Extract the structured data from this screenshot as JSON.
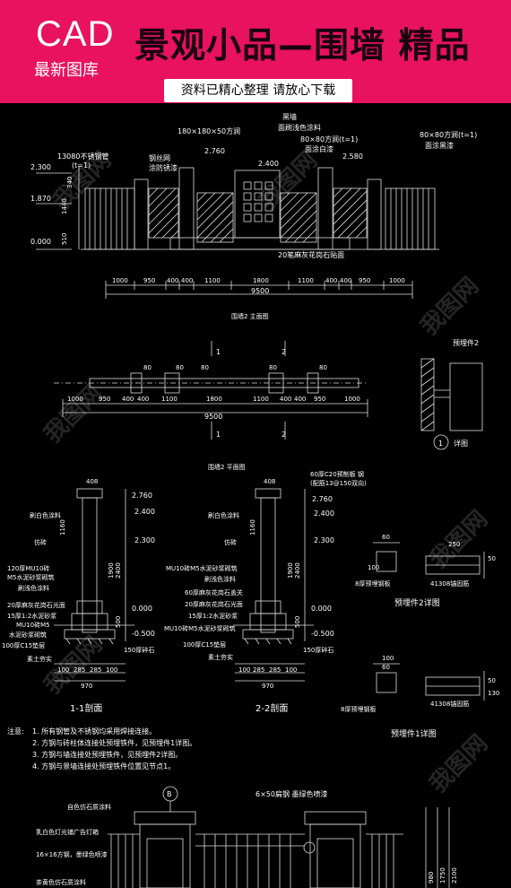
{
  "banner": {
    "cad": "CAD",
    "subtitle": "最新图库",
    "title": "景观小品—围墙 精品",
    "pill": "资料已精心整理  请放心下载",
    "colors": {
      "background": "#e8125f",
      "title": "#1a0010"
    }
  },
  "elevation": {
    "labels": {
      "a": "13080不锈钢管",
      "a2": "(t=1)",
      "b": "钢丝网",
      "b2": "涂防锈漆",
      "c": "180×180×50方涧",
      "d": "面刷浅色涂料",
      "d0": "黑墙",
      "e": "80×80方涧(t=1)",
      "e2": "面涂白漆",
      "f": "80×80方涧(t=1)",
      "f2": "面涂黑漆",
      "g": "20笔麻灰花岗石贴面"
    },
    "levels": [
      "2.300",
      "1.870",
      "0.000",
      "2.760",
      "2.400",
      "2.580"
    ],
    "side_dims": [
      "1440",
      "510",
      "340"
    ],
    "dims": [
      "1000",
      "950",
      "400",
      "400",
      "1100",
      "1800",
      "1100",
      "400",
      "400",
      "950",
      "1000"
    ],
    "total": "9500",
    "caption": "围墙2 主面图"
  },
  "plan": {
    "section_marks": [
      "1",
      "2"
    ],
    "dims": [
      "1000",
      "950",
      "400",
      "400",
      "1100",
      "1800",
      "1100",
      "400",
      "400",
      "950",
      "1000"
    ],
    "total": "9500",
    "caption": "围墙2 平面图",
    "small_dims": [
      "80",
      "80",
      "80",
      "80",
      "80"
    ]
  },
  "detail2": {
    "title": "预埋件2",
    "circle": "1",
    "caption": "详图"
  },
  "section1": {
    "levels": [
      "2.760",
      "2.400",
      "2.300",
      "0.000",
      "-0.500"
    ],
    "top_dim": "408",
    "labels": [
      "刷白色涂料",
      "仿砖",
      "120厚MU10砖",
      "M5水泥砂浆砌筑",
      "刷浅色涂料",
      "20厚麻灰花岗石光面",
      "15厚1:2水泥砂浆",
      "MU10砖M5",
      "水泥砂浆砌筑",
      "100厚C15垫层",
      "素土夯实"
    ],
    "v_dims": [
      "1160",
      "1900",
      "2400",
      "500"
    ],
    "bottom_dims": [
      "100",
      "285",
      "285",
      "100"
    ],
    "bottom_total": "970",
    "other": "150厚碎石",
    "caption": "1-1剖面"
  },
  "section2": {
    "levels": [
      "2.760",
      "2.400",
      "2.300",
      "0.000",
      "-0.500"
    ],
    "top_dim": "408",
    "top_note1": "60厚C20预制板 钢",
    "top_note2": "(配筋13@150双向)",
    "labels": [
      "刷白色涂料",
      "仿砖",
      "MU10砖M5水泥砂浆砌筑",
      "刷浅色涂料",
      "60厚麻灰花岗石盖关",
      "20厚麻灰花岗石光面",
      "15厚1:2水泥砂浆",
      "MU10砖M5水泥砂浆砌筑",
      "100厚C15垫层",
      "素土夯实"
    ],
    "v_dims": [
      "1160",
      "1900",
      "2400",
      "500"
    ],
    "bottom_dims": [
      "100",
      "285",
      "285",
      "100"
    ],
    "bottom_total": "970",
    "other": "150厚碎石",
    "caption": "2-2剖面"
  },
  "embed2": {
    "dims": [
      "250",
      "60",
      "50",
      "100"
    ],
    "notes": [
      "8厚预埋钢板",
      "41308锚固筋"
    ],
    "caption": "预埋件2详图"
  },
  "embed1": {
    "dims": [
      "100",
      "60",
      "50",
      "130"
    ],
    "notes": [
      "8厚预埋钢板",
      "41308锚固筋"
    ],
    "caption": "预埋件1详图"
  },
  "notes": {
    "head": "注意:",
    "lines": [
      "1. 所有钢管及不锈钢均采用焊接连接。",
      "2. 方钢与砖柱体连接处预埋铁件，见预埋件1详图。",
      "3. 方钢与墙连接处预埋铁件，见预埋件2详图。",
      "4. 方钢与景墙连接处预埋铁件位置见节点1。"
    ]
  },
  "gate": {
    "labels": [
      "自色仿石质涂料",
      "乳白色灯光铺广告灯箱",
      "16×16方钢，墨绿色喷漆",
      "茶黄色仿石质涂料"
    ],
    "top_note": "6×50扁钢 墨绿色喷漆",
    "mark": "B",
    "dims": [
      "980",
      "1750",
      "2100"
    ]
  },
  "watermark": "我图网"
}
